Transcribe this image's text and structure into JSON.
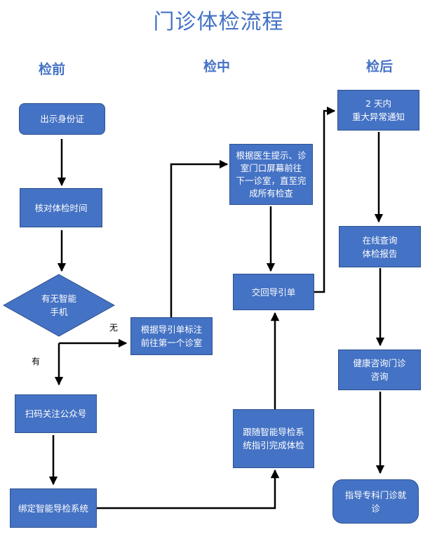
{
  "title": "门诊体检流程",
  "columns": {
    "before": "检前",
    "during": "检中",
    "after": "检后"
  },
  "nodes": {
    "show_id": "出示身份证",
    "check_time": "核对体检时间",
    "smartphone_q": "有无智能\n手机",
    "scan_qr": "扫码关注公众号",
    "bind_system": "绑定智能导检系统",
    "guide_first_room": "根据导引单标注\n前往第一个诊室",
    "doctor_prompt": "根据医生提示、诊\n室门口屏幕前往\n下一诊室，直至完\n成所有检查",
    "return_sheet": "交回导引单",
    "follow_system": "跟随智能导检系\n统指引完成体检",
    "notify_2days": "2 天内\n重大异常通知",
    "online_report": "在线查询\n体检报告",
    "health_consult": "健康咨询门诊\n咨询",
    "specialist_guide": "指导专科门诊就\n诊"
  },
  "edge_labels": {
    "no": "无",
    "yes": "有"
  }
}
